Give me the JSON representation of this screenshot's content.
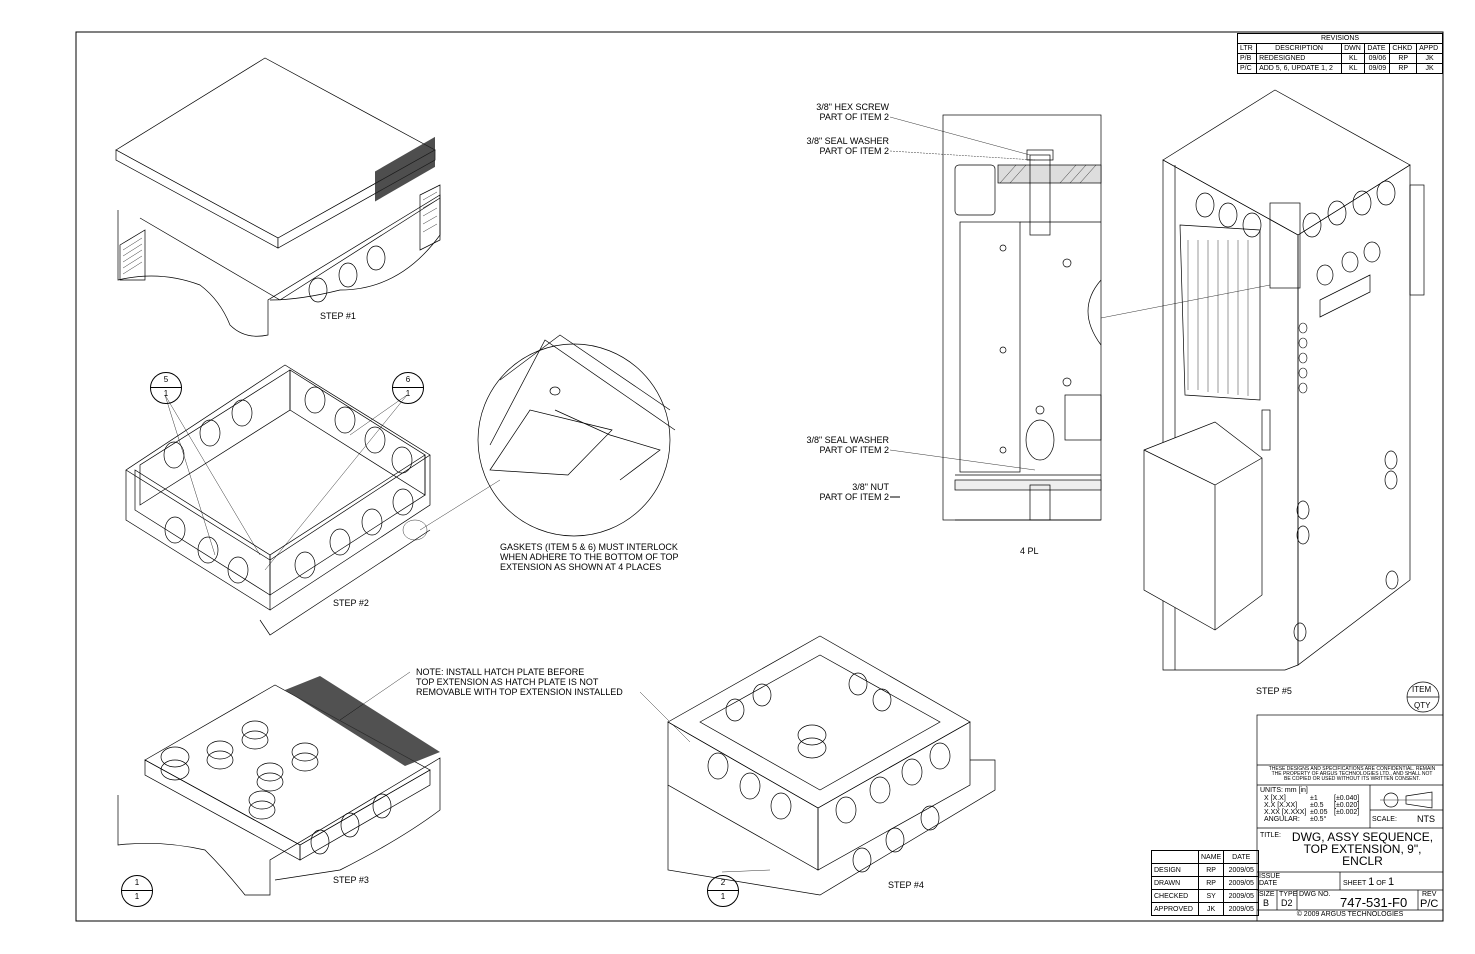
{
  "revisions": {
    "heading": "REVISIONS",
    "columns": [
      "LTR",
      "DESCRIPTION",
      "DWN",
      "DATE",
      "CHKD",
      "APPD"
    ],
    "rows": [
      [
        "P/B",
        "REDESIGNED",
        "KL",
        "09/06",
        "RP",
        "JK"
      ],
      [
        "P/C",
        "ADD 5, 6, UPDATE 1, 2",
        "KL",
        "09/09",
        "RP",
        "JK"
      ]
    ]
  },
  "steps": {
    "step1": "STEP #1",
    "step2": "STEP #2",
    "step3": "STEP #3",
    "step4": "STEP #4",
    "step5": "STEP #5"
  },
  "callouts": {
    "hex_screw": [
      "3/8\" HEX SCREW",
      "PART OF ITEM 2"
    ],
    "seal_washer_top": [
      "3/8\" SEAL WASHER",
      "PART OF ITEM 2"
    ],
    "seal_washer_bottom": [
      "3/8\" SEAL WASHER",
      "PART OF ITEM 2"
    ],
    "nut": [
      "3/8\" NUT",
      "PART OF ITEM 2"
    ],
    "four_pl": "4 PL",
    "gaskets_note": [
      "GASKETS (ITEM 5 & 6) MUST INTERLOCK",
      "WHEN ADHERE TO THE BOTTOM OF TOP",
      "EXTENSION AS SHOWN AT 4 PLACES"
    ],
    "hatch_note": [
      "NOTE: INSTALL HATCH PLATE BEFORE",
      "TOP EXTENSION AS HATCH PLATE IS NOT",
      "REMOVABLE WITH TOP EXTENSION INSTALLED"
    ]
  },
  "bubbles": [
    {
      "item": "5",
      "qty": "1"
    },
    {
      "item": "6",
      "qty": "1"
    },
    {
      "item": "1",
      "qty": "1"
    },
    {
      "item": "2",
      "qty": "1"
    }
  ],
  "item_legend": {
    "item": "ITEM",
    "qty": "QTY"
  },
  "title_block": {
    "confidential": [
      "THESE DESIGNS AND SPECIFICATIONS ARE CONFIDENTIAL. REMAIN",
      "THE PROPERTY OF ARGUS TECHNOLOGIES LTD., AND SHALL NOT",
      "BE COPIED OR USED WITHOUT ITS WRITTEN CONSENT."
    ],
    "units": "UNITS: mm [in]",
    "tolerances": [
      [
        "X [X.X]",
        "±1",
        "[±0.040]"
      ],
      [
        "X.X [X.XX]",
        "±0.5",
        "[±0.020]"
      ],
      [
        "X.XX [X.XXX]",
        "±0.05",
        "[±0.002]"
      ],
      [
        "ANGULAR:",
        "±0.5°",
        ""
      ]
    ],
    "scale_label": "SCALE:",
    "scale_value": "NTS",
    "title_label": "TITLE:",
    "title_lines": [
      "DWG, ASSY SEQUENCE,",
      "TOP EXTENSION, 9\",",
      "ENCLR"
    ],
    "issue_label": "ISSUE",
    "date_label": "DATE",
    "sheet_label": "SHEET",
    "sheet_num": "1",
    "of_label": "OF",
    "sheet_total": "1",
    "size_label": "SIZE",
    "size_value": "B",
    "type_label": "TYPE",
    "type_value": "D2",
    "dwg_label": "DWG NO.",
    "dwg_value": "747-531-F0",
    "rev_label": "REV",
    "rev_value": "P/C",
    "copyright": "© 2009 ARGUS TECHNOLOGIES"
  },
  "signoff": {
    "columns": [
      "",
      "NAME",
      "DATE"
    ],
    "rows": [
      [
        "DESIGN",
        "RP",
        "2009/05"
      ],
      [
        "DRAWN",
        "RP",
        "2009/05"
      ],
      [
        "CHECKED",
        "SY",
        "2009/05"
      ],
      [
        "APPROVED",
        "JK",
        "2009/05"
      ]
    ]
  }
}
